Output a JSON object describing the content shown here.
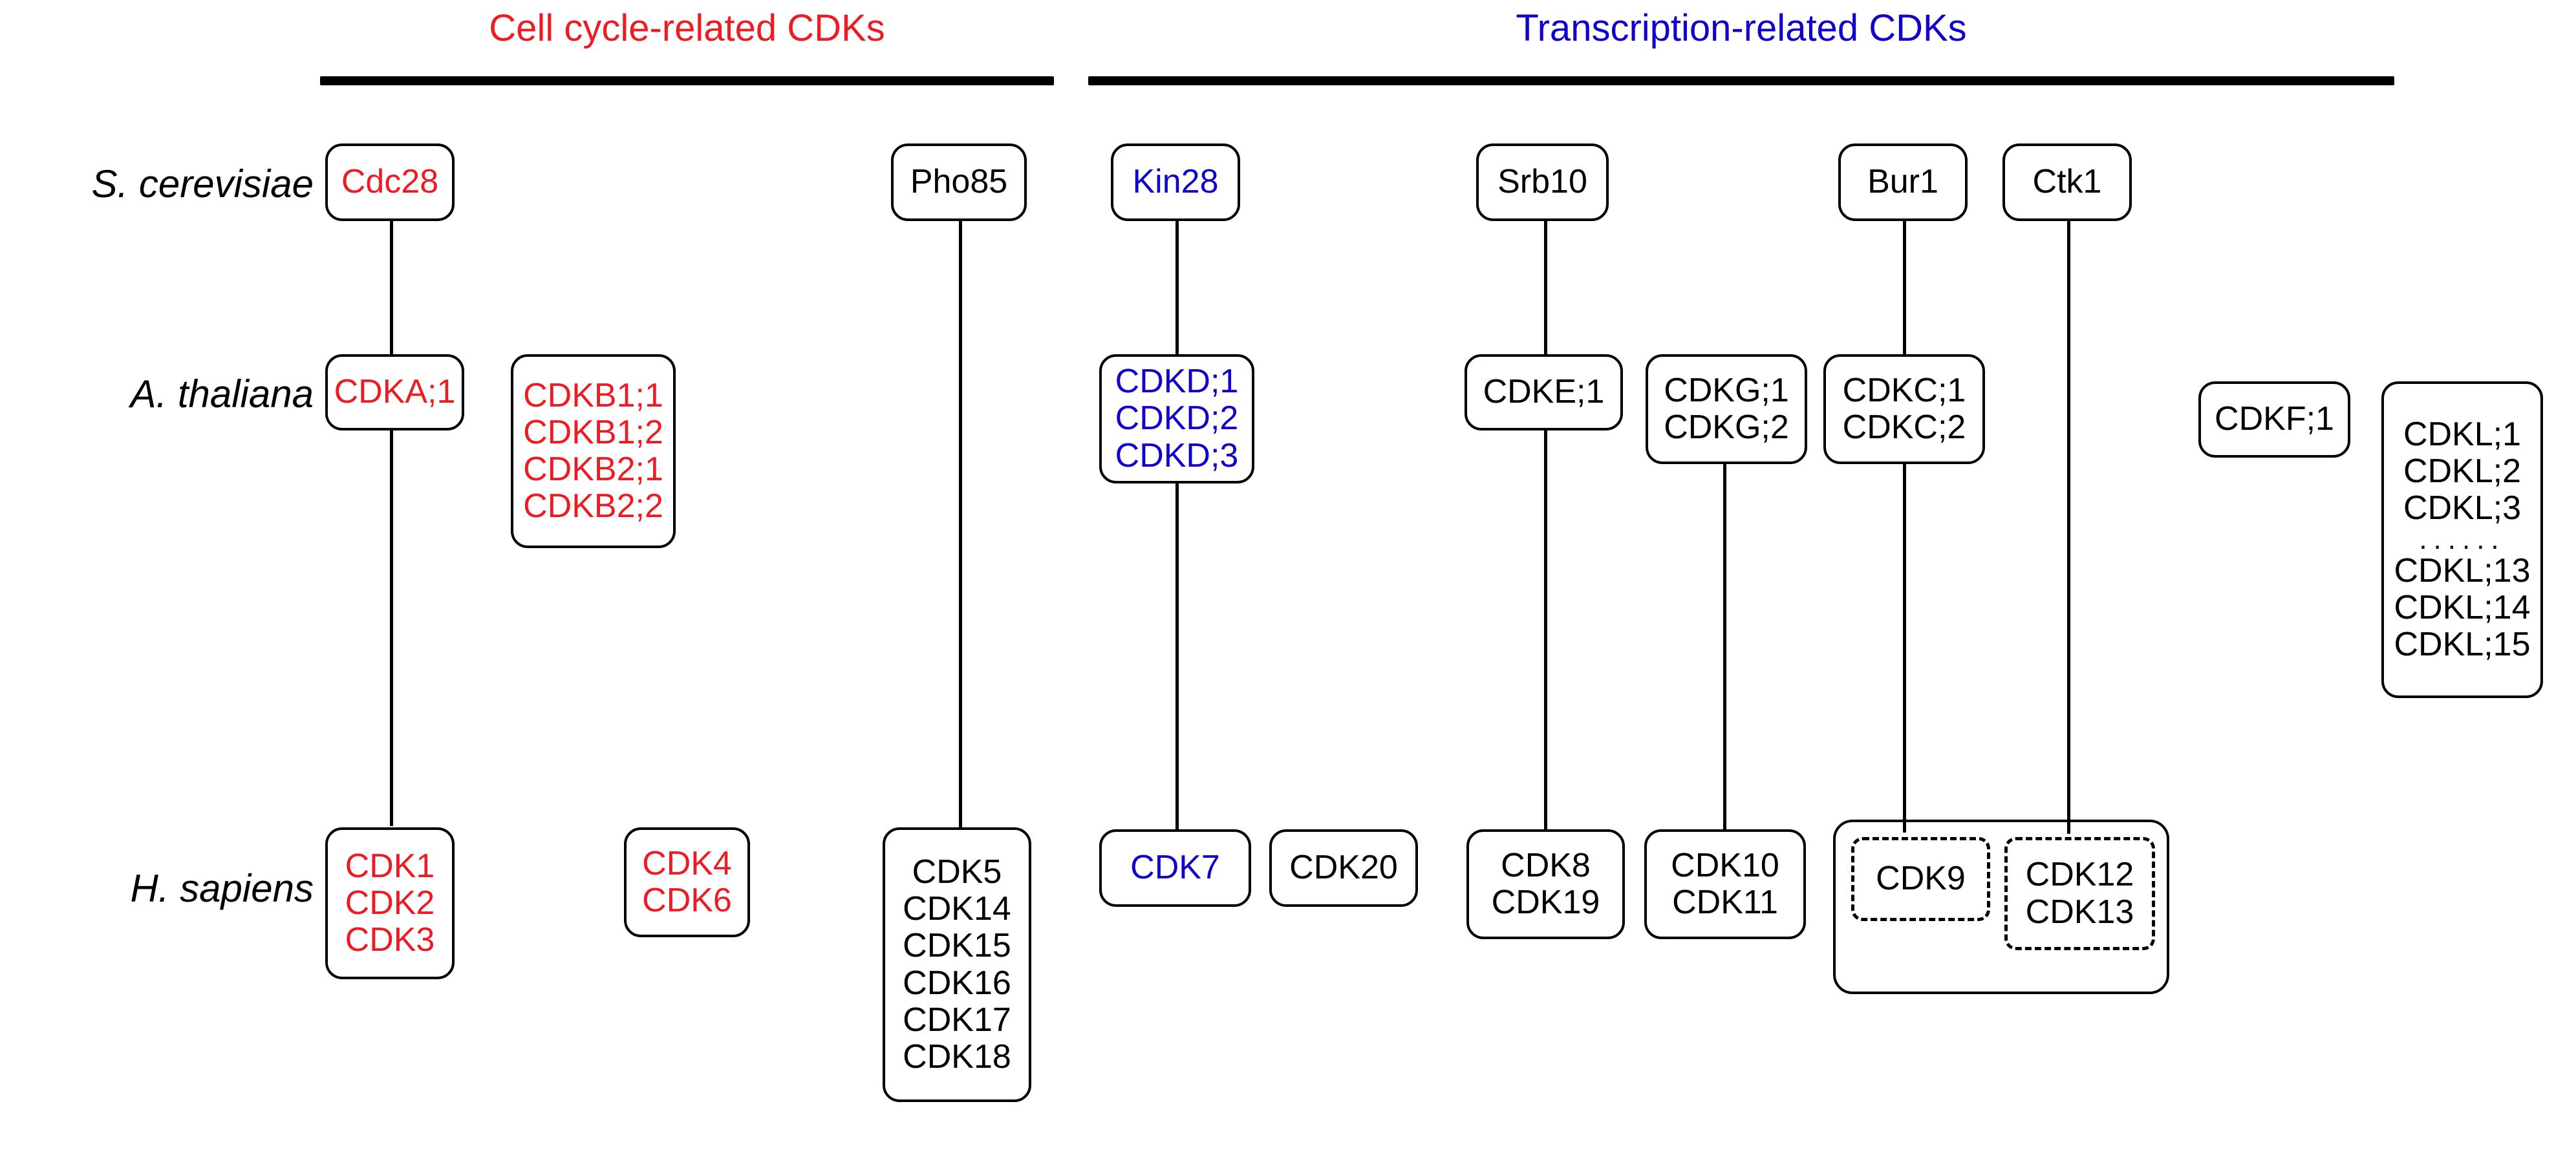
{
  "sections": [
    {
      "id": "cell-cycle",
      "label": "Cell cycle-related CDKs",
      "color": "#ed1c24"
    },
    {
      "id": "transcription",
      "label": "Transcription-related CDKs",
      "color": "#1100cc"
    }
  ],
  "species_rows": [
    {
      "id": "s-cerevisiae",
      "label": "S. cerevisiae"
    },
    {
      "id": "a-thaliana",
      "label": "A. thaliana"
    },
    {
      "id": "h-sapiens",
      "label": "H. sapiens"
    }
  ],
  "boxes": {
    "cdc28": {
      "lines": [
        "Cdc28"
      ],
      "color": "#ed1c24"
    },
    "pho85": {
      "lines": [
        "Pho85"
      ],
      "color": "#000000"
    },
    "kin28": {
      "lines": [
        "Kin28"
      ],
      "color": "#1100cc"
    },
    "srb10": {
      "lines": [
        "Srb10"
      ],
      "color": "#000000"
    },
    "bur1": {
      "lines": [
        "Bur1"
      ],
      "color": "#000000"
    },
    "ctk1": {
      "lines": [
        "Ctk1"
      ],
      "color": "#000000"
    },
    "cdka": {
      "lines": [
        "CDKA;1"
      ],
      "color": "#ed1c24"
    },
    "cdkb": {
      "lines": [
        "CDKB1;1",
        "CDKB1;2",
        "CDKB2;1",
        "CDKB2;2"
      ],
      "color": "#ed1c24"
    },
    "cdkd": {
      "lines": [
        "CDKD;1",
        "CDKD;2",
        "CDKD;3"
      ],
      "color": "#1100cc"
    },
    "cdke": {
      "lines": [
        "CDKE;1"
      ],
      "color": "#000000"
    },
    "cdkg": {
      "lines": [
        "CDKG;1",
        "CDKG;2"
      ],
      "color": "#000000"
    },
    "cdkc": {
      "lines": [
        "CDKC;1",
        "CDKC;2"
      ],
      "color": "#000000"
    },
    "cdkf": {
      "lines": [
        "CDKF;1"
      ],
      "color": "#000000"
    },
    "cdkl": {
      "lines": [
        "CDKL;1",
        "CDKL;2",
        "CDKL;3",
        "......",
        "CDKL;13",
        "CDKL;14",
        "CDKL;15"
      ],
      "color": "#000000"
    },
    "cdk123": {
      "lines": [
        "CDK1",
        "CDK2",
        "CDK3"
      ],
      "color": "#ed1c24"
    },
    "cdk46": {
      "lines": [
        "CDK4",
        "CDK6"
      ],
      "color": "#ed1c24"
    },
    "cdk5grp": {
      "lines": [
        "CDK5",
        "CDK14",
        "CDK15",
        "CDK16",
        "CDK17",
        "CDK18"
      ],
      "color": "#000000"
    },
    "cdk7": {
      "lines": [
        "CDK7"
      ],
      "color": "#1100cc"
    },
    "cdk20": {
      "lines": [
        "CDK20"
      ],
      "color": "#000000"
    },
    "cdk819": {
      "lines": [
        "CDK8",
        "CDK19"
      ],
      "color": "#000000"
    },
    "cdk1011": {
      "lines": [
        "CDK10",
        "CDK11"
      ],
      "color": "#000000"
    },
    "cdk9": {
      "lines": [
        "CDK9"
      ],
      "color": "#000000"
    },
    "cdk1213": {
      "lines": [
        "CDK12",
        "CDK13"
      ],
      "color": "#000000"
    }
  }
}
